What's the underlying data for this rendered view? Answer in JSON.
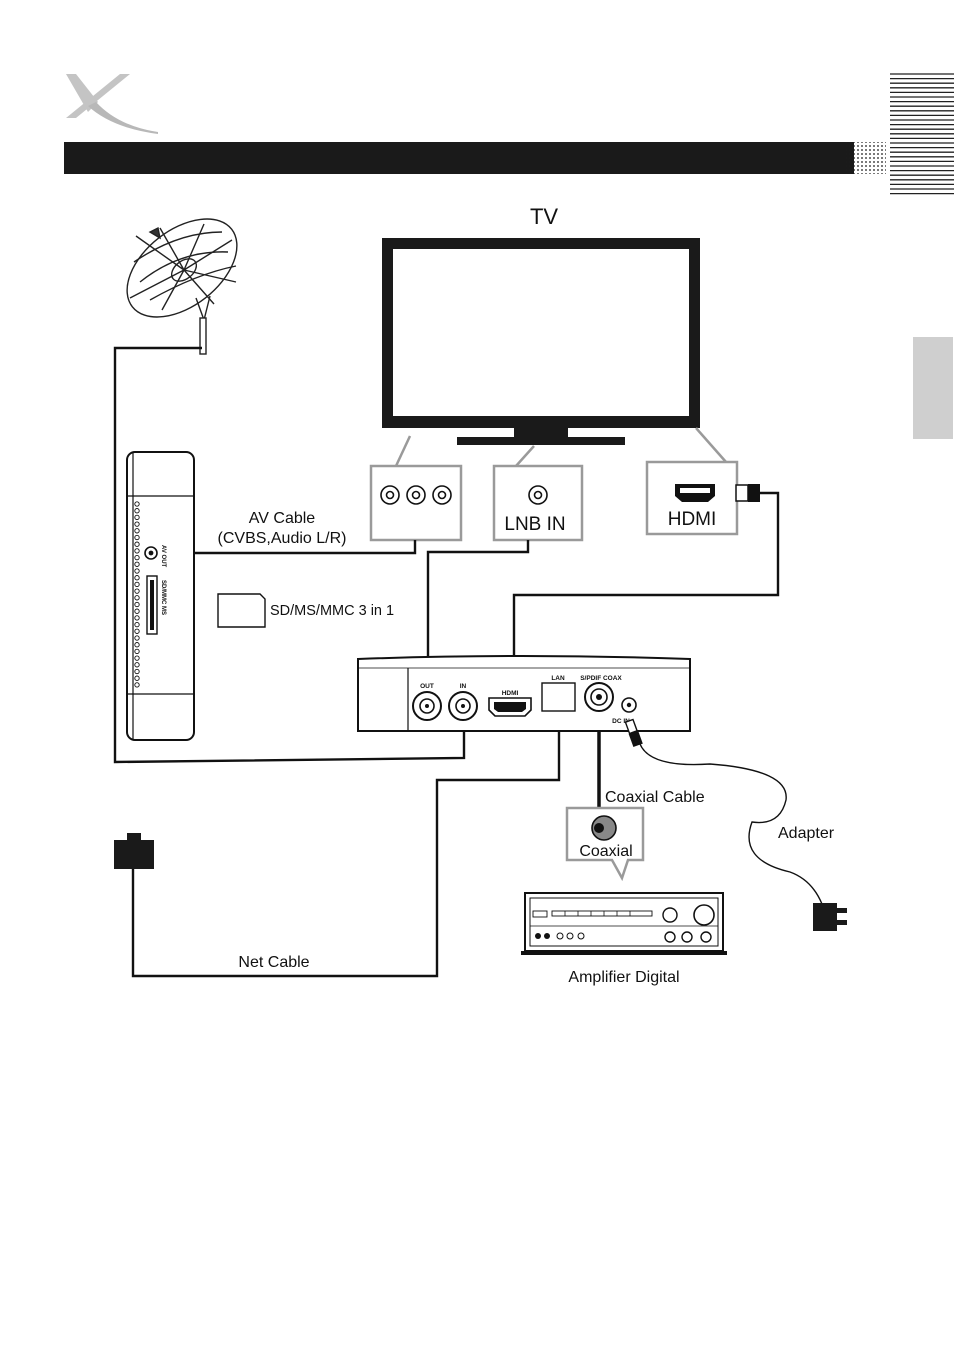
{
  "colors": {
    "ink": "#111111",
    "header_bar": "#1a1a1a",
    "side_tab": "#cfcfcf",
    "callout_border": "#9a9a9a"
  },
  "icons": {
    "brand_logo": "x-logo-icon",
    "satellite_dish": "satellite-dish-icon",
    "sd_card": "sd-card-icon",
    "router": "router-icon",
    "power_plug": "power-plug-icon",
    "amplifier": "amplifier-icon"
  },
  "labels": {
    "tv": "TV",
    "lnb_in": "LNB IN",
    "hdmi": "HDMI",
    "av_cable_line1": "AV Cable",
    "av_cable_line2": "(CVBS,Audio L/R)",
    "sd_card": "SD/MS/MMC 3 in 1",
    "coaxial_cable": "Coaxial Cable",
    "coaxial": "Coaxial",
    "adapter": "Adapter",
    "net_cable": "Net Cable",
    "amplifier": "Amplifier Digital"
  },
  "receiver_ports": {
    "out": "OUT",
    "in": "IN",
    "hdmi": "HDMI",
    "lan": "LAN",
    "spdif": "S/PDIF COAX",
    "dc_in": "DC IN"
  },
  "side_panel": {
    "av_out": "AV OUT",
    "card_slot": "SD/MMC MS"
  }
}
